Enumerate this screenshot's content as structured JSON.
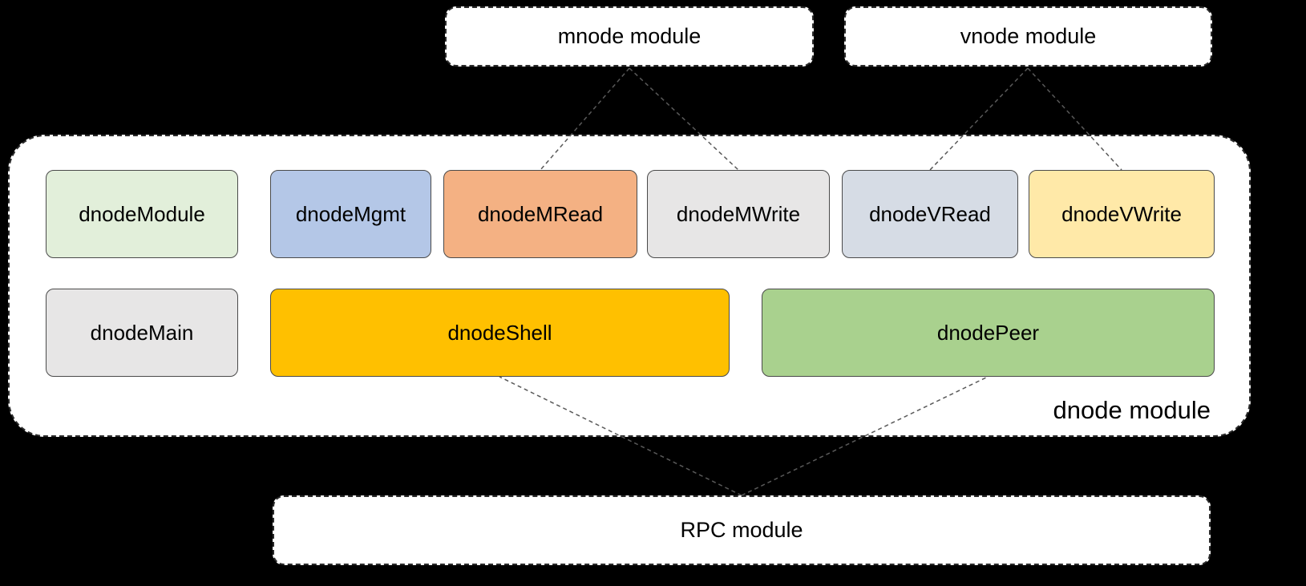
{
  "canvas": {
    "background": "#000000"
  },
  "modules": [
    {
      "id": "mnode",
      "label": "mnode module"
    },
    {
      "id": "vnode",
      "label": "vnode module"
    },
    {
      "id": "dnode",
      "label": "dnode module"
    },
    {
      "id": "rpc",
      "label": "RPC module"
    }
  ],
  "components": [
    {
      "label": "dnodeModule",
      "fill": "#E2EFDA"
    },
    {
      "label": "dnodeMgmt",
      "fill": "#B4C7E7"
    },
    {
      "label": "dnodeMRead",
      "fill": "#F4B183"
    },
    {
      "label": "dnodeMWrite",
      "fill": "#E7E6E6"
    },
    {
      "label": "dnodeVRead",
      "fill": "#D6DCE5"
    },
    {
      "label": "dnodeVWrite",
      "fill": "#FFE9A8"
    },
    {
      "label": "dnodeMain",
      "fill": "#E7E6E6"
    },
    {
      "label": "dnodeShell",
      "fill": "#FFC000"
    },
    {
      "label": "dnodePeer",
      "fill": "#A9D18E"
    }
  ],
  "connectors": {
    "color": "#595959",
    "links": [
      "mnode-dnodeMRead",
      "mnode-dnodeMWrite",
      "vnode-dnodeVRead",
      "vnode-dnodeVWrite",
      "rpc-dnodeShell",
      "rpc-dnodePeer"
    ]
  }
}
